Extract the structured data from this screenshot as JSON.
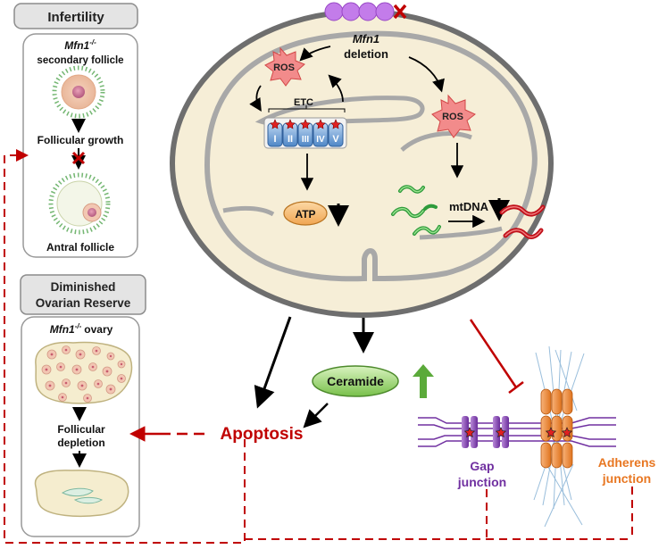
{
  "left_panel": {
    "infertility": {
      "header": "Infertility",
      "gene": "Mfn1",
      "gene_superscript": "-/-",
      "secondary_follicle": "secondary follicle",
      "follicular_growth": "Follicular growth",
      "antral_follicle": "Antral follicle"
    },
    "reserve": {
      "header_line1": "Diminished",
      "header_line2": "Ovarian Reserve",
      "gene": "Mfn1",
      "gene_superscript": "-/-",
      "ovary_label": "ovary",
      "follicular_line1": "Follicular",
      "follicular_line2": "depletion"
    }
  },
  "mitochondrion": {
    "mfn1_label": "Mfn1",
    "deletion_label": "deletion",
    "ros_left": "ROS",
    "ros_right": "ROS",
    "etc_label": "ETC",
    "complexes": [
      "I",
      "II",
      "III",
      "IV",
      "V"
    ],
    "atp_label": "ATP",
    "mtdna_label": "mtDNA"
  },
  "downstream": {
    "ceramide": "Ceramide",
    "apoptosis": "Apoptosis"
  },
  "junctions": {
    "gap_line1": "Gap",
    "gap_line2": "junction",
    "adherens_line1": "Adherens",
    "adherens_line2": "junction"
  },
  "colors": {
    "dark_red": "#C00000",
    "purple": "#7030A0",
    "orange": "#E87722",
    "green_arrow": "#5BAA3A",
    "mito_fill": "#F6EED7",
    "membrane_gray": "#8A8A8A"
  }
}
